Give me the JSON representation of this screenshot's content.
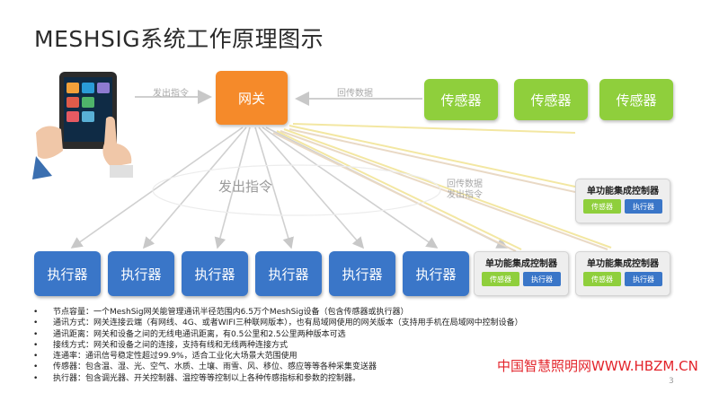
{
  "title": "MESHSIG系统工作原理图示",
  "gateway": "网关",
  "labels": {
    "send_cmd_top": "发出指令",
    "return_data": "回传数据",
    "send_cmd_center": "发出指令",
    "return_data_small": "回传数据",
    "send_cmd_small": "发出指令"
  },
  "sensors": [
    "传感器",
    "传感器",
    "传感器"
  ],
  "actuators": [
    "执行器",
    "执行器",
    "执行器",
    "执行器",
    "执行器",
    "执行器"
  ],
  "controllers": [
    {
      "title": "单功能集成控制器",
      "sensor": "传感器",
      "actuator": "执行器"
    },
    {
      "title": "单功能集成控制器",
      "sensor": "传感器",
      "actuator": "执行器"
    },
    {
      "title": "单功能集成控制器",
      "sensor": "传感器",
      "actuator": "执行器"
    }
  ],
  "notes": [
    "节点容量：一个MeshSig网关能管理通讯半径范围内6.5万个MeshSig设备（包含传感器或执行器）",
    "通讯方式：网关连接云端（有网线、4G、或者WIFI三种联网版本），也有局域网使用的网关版本（支持用手机在局域网中控制设备）",
    "通讯距离：网关和设备之间的无线电通讯距离，有0.5公里和2.5公里两种版本可选",
    "接线方式：网关和设备之间的连接，支持有线和无线两种连接方式",
    "连通率：通讯信号稳定性超过99.9%，适合工业化大场景大范围使用",
    "传感器：包含温、湿、光、空气、水质、土壤、雨雪、风、移位、感应等等各种采集变送器",
    "执行器：包含调光器、开关控制器、温控等等控制以上各种传感指标和参数的控制器。"
  ],
  "watermark": "中国智慧照明网WWW.HBZM.CN",
  "page_number": "3",
  "colors": {
    "gateway": "#f58a2a",
    "sensor": "#8fcf3c",
    "actuator": "#3a76c8",
    "watermark": "#e3242b"
  }
}
